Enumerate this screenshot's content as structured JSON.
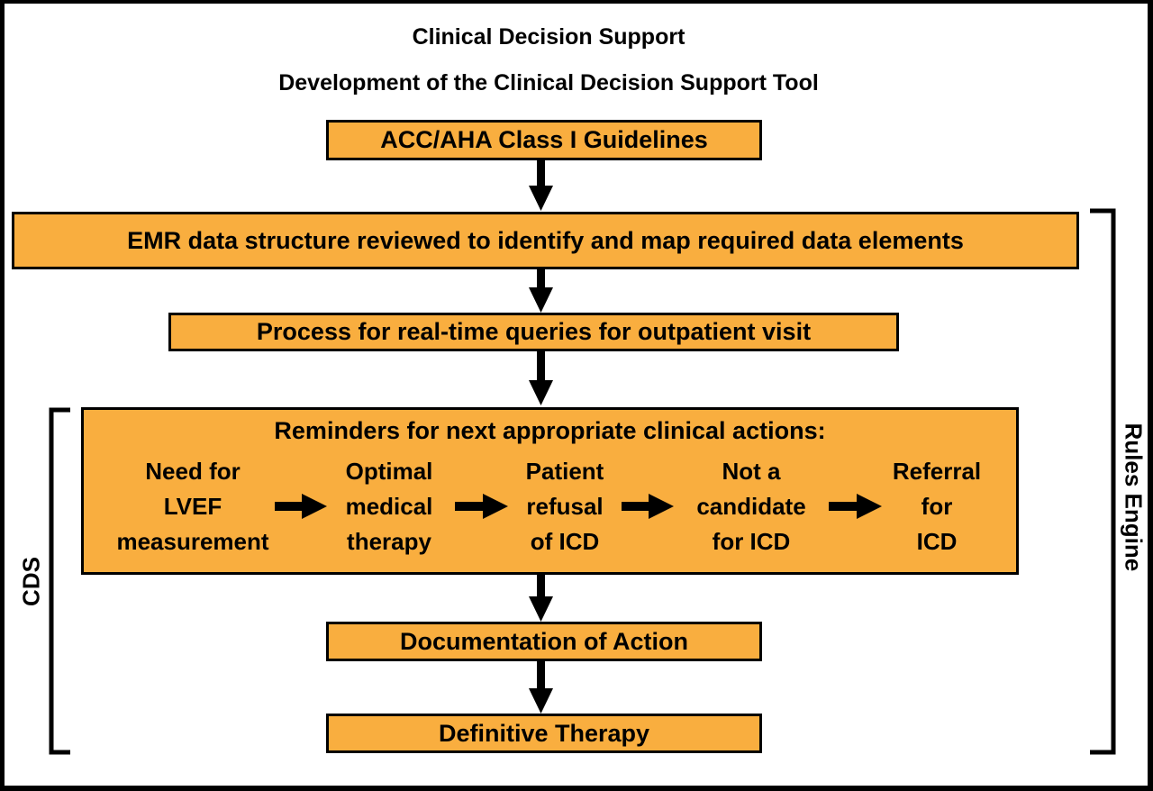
{
  "title": "Clinical Decision Support",
  "subtitle": "Development of the Clinical Decision Support Tool",
  "boxes": {
    "guidelines": "ACC/AHA Class I Guidelines",
    "emr": "EMR data structure reviewed to identify and map required data elements",
    "process": "Process for real-time queries for outpatient visit",
    "reminders_heading": "Reminders for next appropriate clinical actions:",
    "documentation": "Documentation of Action",
    "therapy": "Definitive Therapy"
  },
  "reminder_steps": [
    [
      "Need for",
      "LVEF",
      "measurement"
    ],
    [
      "Optimal",
      "medical",
      "therapy"
    ],
    [
      "Patient",
      "refusal",
      "of ICD"
    ],
    [
      "Not a",
      "candidate",
      "for ICD"
    ],
    [
      "Referral",
      "for",
      "ICD"
    ]
  ],
  "brackets": {
    "left": "CDS",
    "right": "Rules Engine"
  },
  "colors": {
    "box_fill": "#F9AE3F",
    "border": "#000000"
  }
}
